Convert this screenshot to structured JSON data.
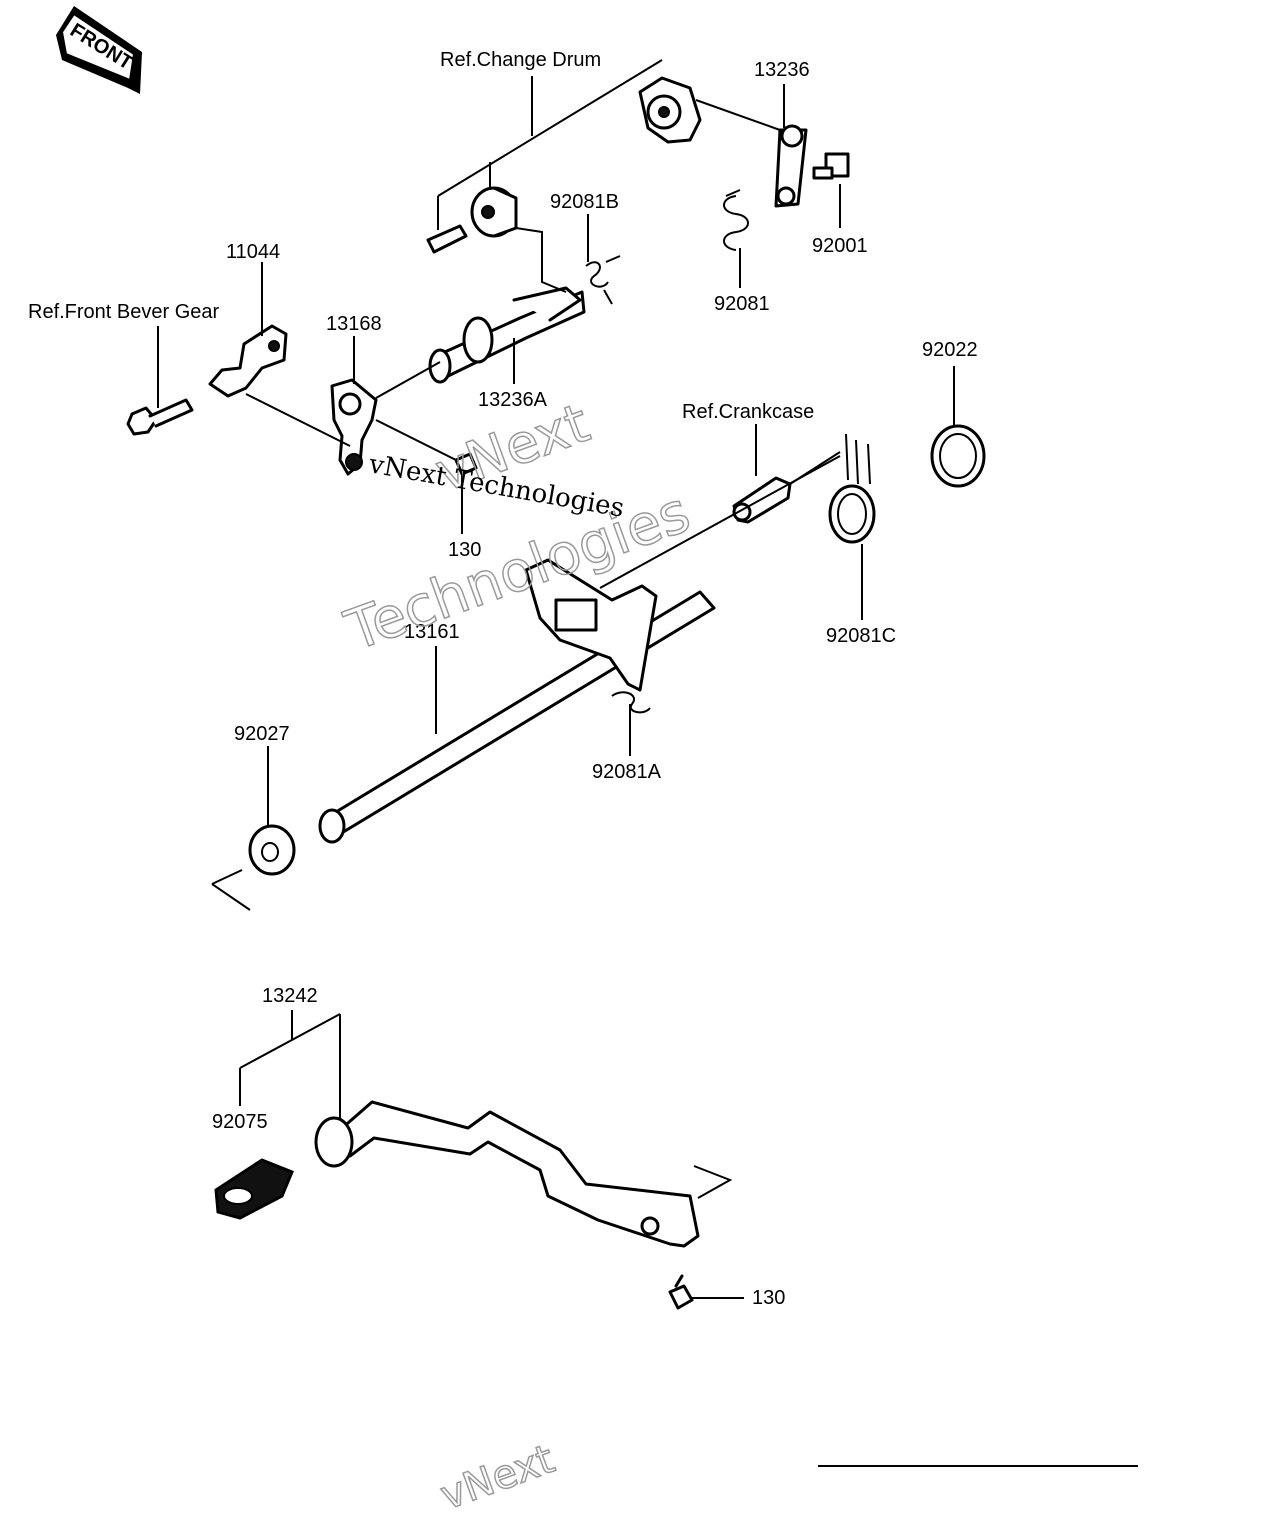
{
  "front_badge": "FRONT",
  "labels": {
    "ref_change_drum": "Ref.Change Drum",
    "p13236": "13236",
    "p92081B": "92081B",
    "p92001": "92001",
    "p92081": "92081",
    "p11044": "11044",
    "ref_front_bever_gear": "Ref.Front Bever Gear",
    "p13168": "13168",
    "p13236A": "13236A",
    "p92022": "92022",
    "ref_crankcase": "Ref.Crankcase",
    "p130_upper": "130",
    "p92081C": "92081C",
    "p13161": "13161",
    "p92027": "92027",
    "p92081A": "92081A",
    "p13242": "13242",
    "p92075": "92075",
    "p130_lower": "130"
  },
  "watermarks": {
    "line1": "vNext",
    "line2": "Technologies",
    "line3": "vNext Technologies",
    "bottom": "vNext"
  }
}
